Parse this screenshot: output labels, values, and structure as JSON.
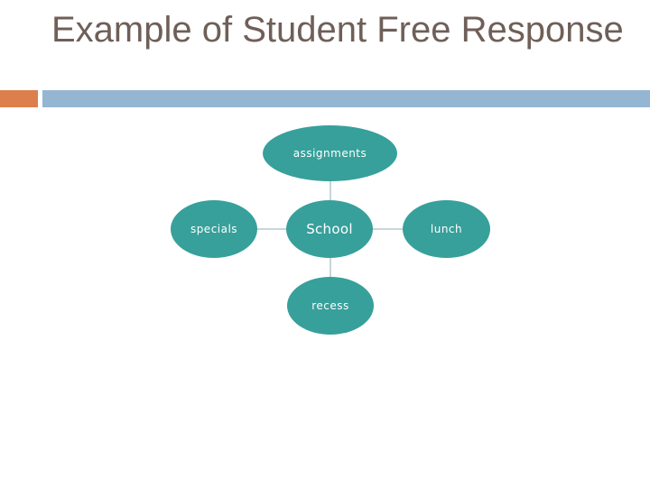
{
  "slide": {
    "title": "Example of Student Free Response"
  },
  "diagram": {
    "center": "School",
    "nodes": {
      "top": "assignments",
      "left": "specials",
      "right": "lunch",
      "bottom": "recess"
    }
  },
  "colors": {
    "title_text": "#6f5f58",
    "node_fill": "#37a09b",
    "connector": "#b5c7cf",
    "accent_orange": "#dc7f4c",
    "accent_blue": "#94b6d3"
  }
}
